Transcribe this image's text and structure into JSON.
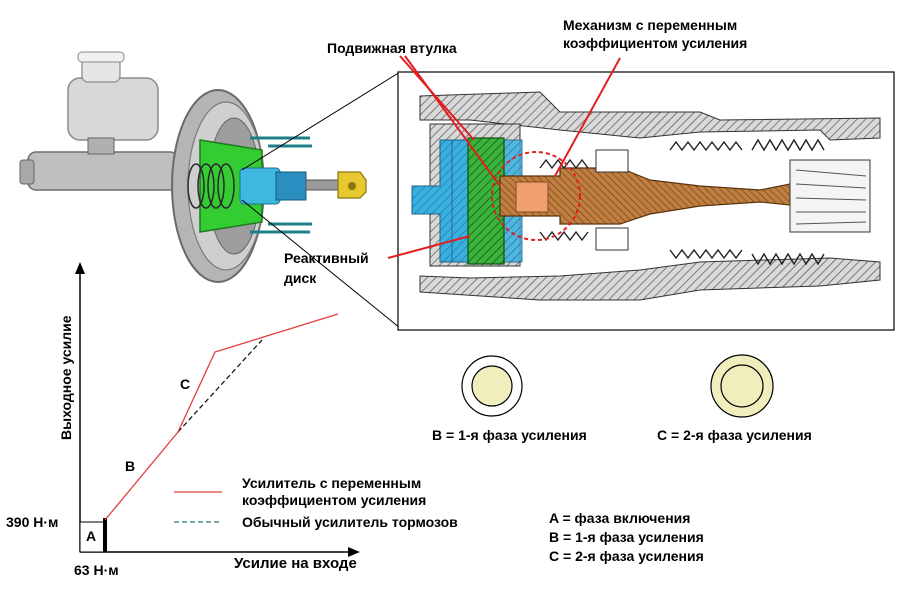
{
  "callouts": {
    "movable_sleeve": "Подвижная втулка",
    "mechanism_line1": "Механизм с переменным",
    "mechanism_line2": "коэффициентом усиления",
    "reaction_disc_line1": "Реактивный",
    "reaction_disc_line2": "диск"
  },
  "phases": {
    "b_caption": "B = 1-я фаза усиления",
    "c_caption": "C = 2-я фаза усиления"
  },
  "graph": {
    "ylabel": "Выходное усилие",
    "xlabel": "Усилие на входе",
    "y_marker": "390 Н·м",
    "x_marker": "63 Н·м",
    "segment_a": "A",
    "segment_b": "B",
    "segment_c": "C"
  },
  "legend": {
    "variable_line1": "Усилитель с переменным",
    "variable_line2": "коэффициентом усиления",
    "conventional": "Обычный усилитель тормозов"
  },
  "phase_key": {
    "a": "A = фаза включения",
    "b": "B = 1-я фаза усиления",
    "c": "C = 2-я фаза усиления"
  },
  "colors": {
    "variable_series": "#e0403a",
    "conventional_series": "#1a1a1a",
    "callout_line": "#e02020",
    "reaction_disc": "#2aa02a",
    "sleeve": "#33aadd",
    "bronze_parts": "#b9743a",
    "phase_fill": "#efeebc"
  },
  "icons": {
    "brake_booster": "brake-booster-illustration",
    "cross_section": "booster-cross-section-diagram"
  }
}
